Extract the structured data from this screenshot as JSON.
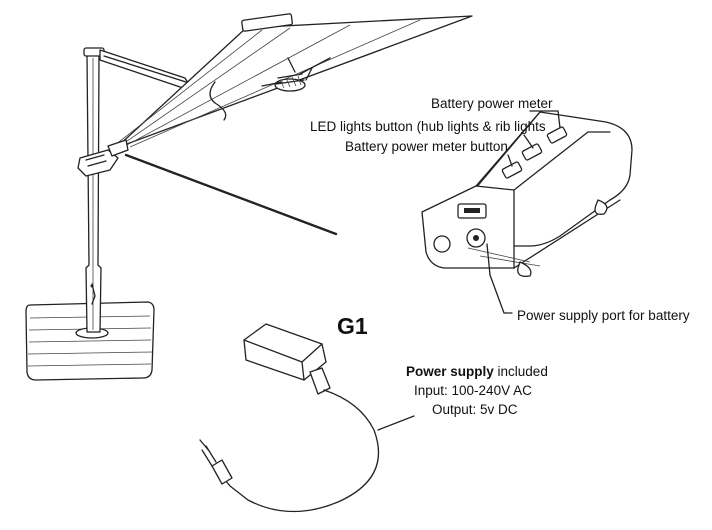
{
  "figure_label": "G1",
  "callouts": {
    "battery_power_meter": "Battery power meter",
    "led_lights_button": "LED lights button (hub lights & rib lights",
    "battery_power_meter_button": "Battery power meter button",
    "power_supply_port": "Power supply port for battery"
  },
  "power_supply": {
    "title": "Power supply",
    "title_suffix": " included",
    "input": "Input: 100-240V AC",
    "output": "Output: 5v DC"
  }
}
